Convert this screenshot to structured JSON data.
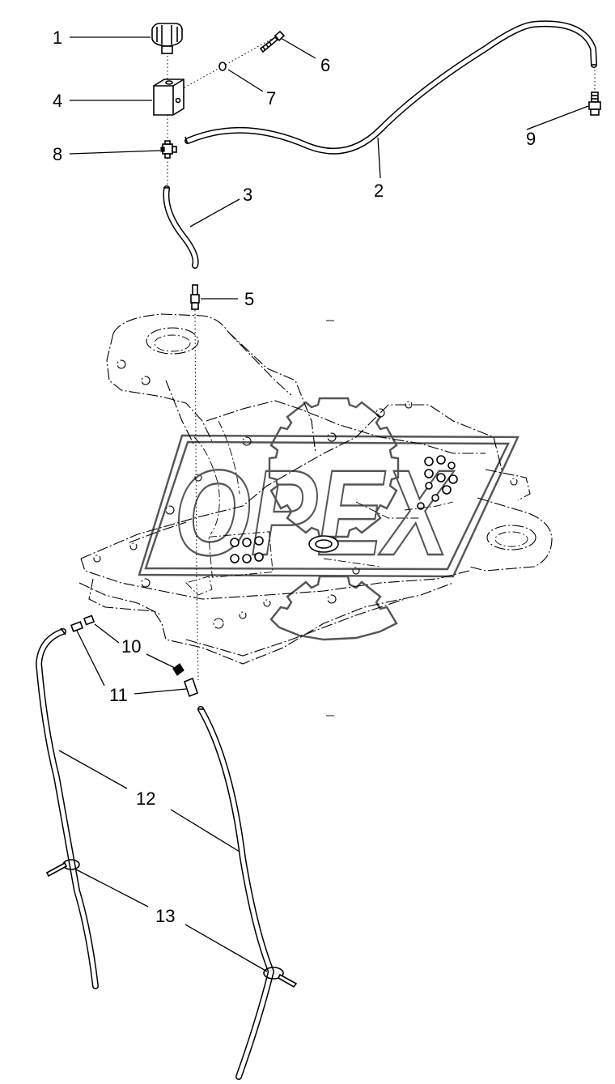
{
  "callouts": [
    {
      "id": "1",
      "label": "1"
    },
    {
      "id": "2",
      "label": "2"
    },
    {
      "id": "3",
      "label": "3"
    },
    {
      "id": "4",
      "label": "4"
    },
    {
      "id": "5",
      "label": "5"
    },
    {
      "id": "6",
      "label": "6"
    },
    {
      "id": "7",
      "label": "7"
    },
    {
      "id": "8",
      "label": "8"
    },
    {
      "id": "9",
      "label": "9"
    },
    {
      "id": "10",
      "label": "10"
    },
    {
      "id": "11",
      "label": "11"
    },
    {
      "id": "12",
      "label": "12"
    },
    {
      "id": "13",
      "label": "13"
    }
  ],
  "watermark": {
    "text": "OPEX"
  }
}
